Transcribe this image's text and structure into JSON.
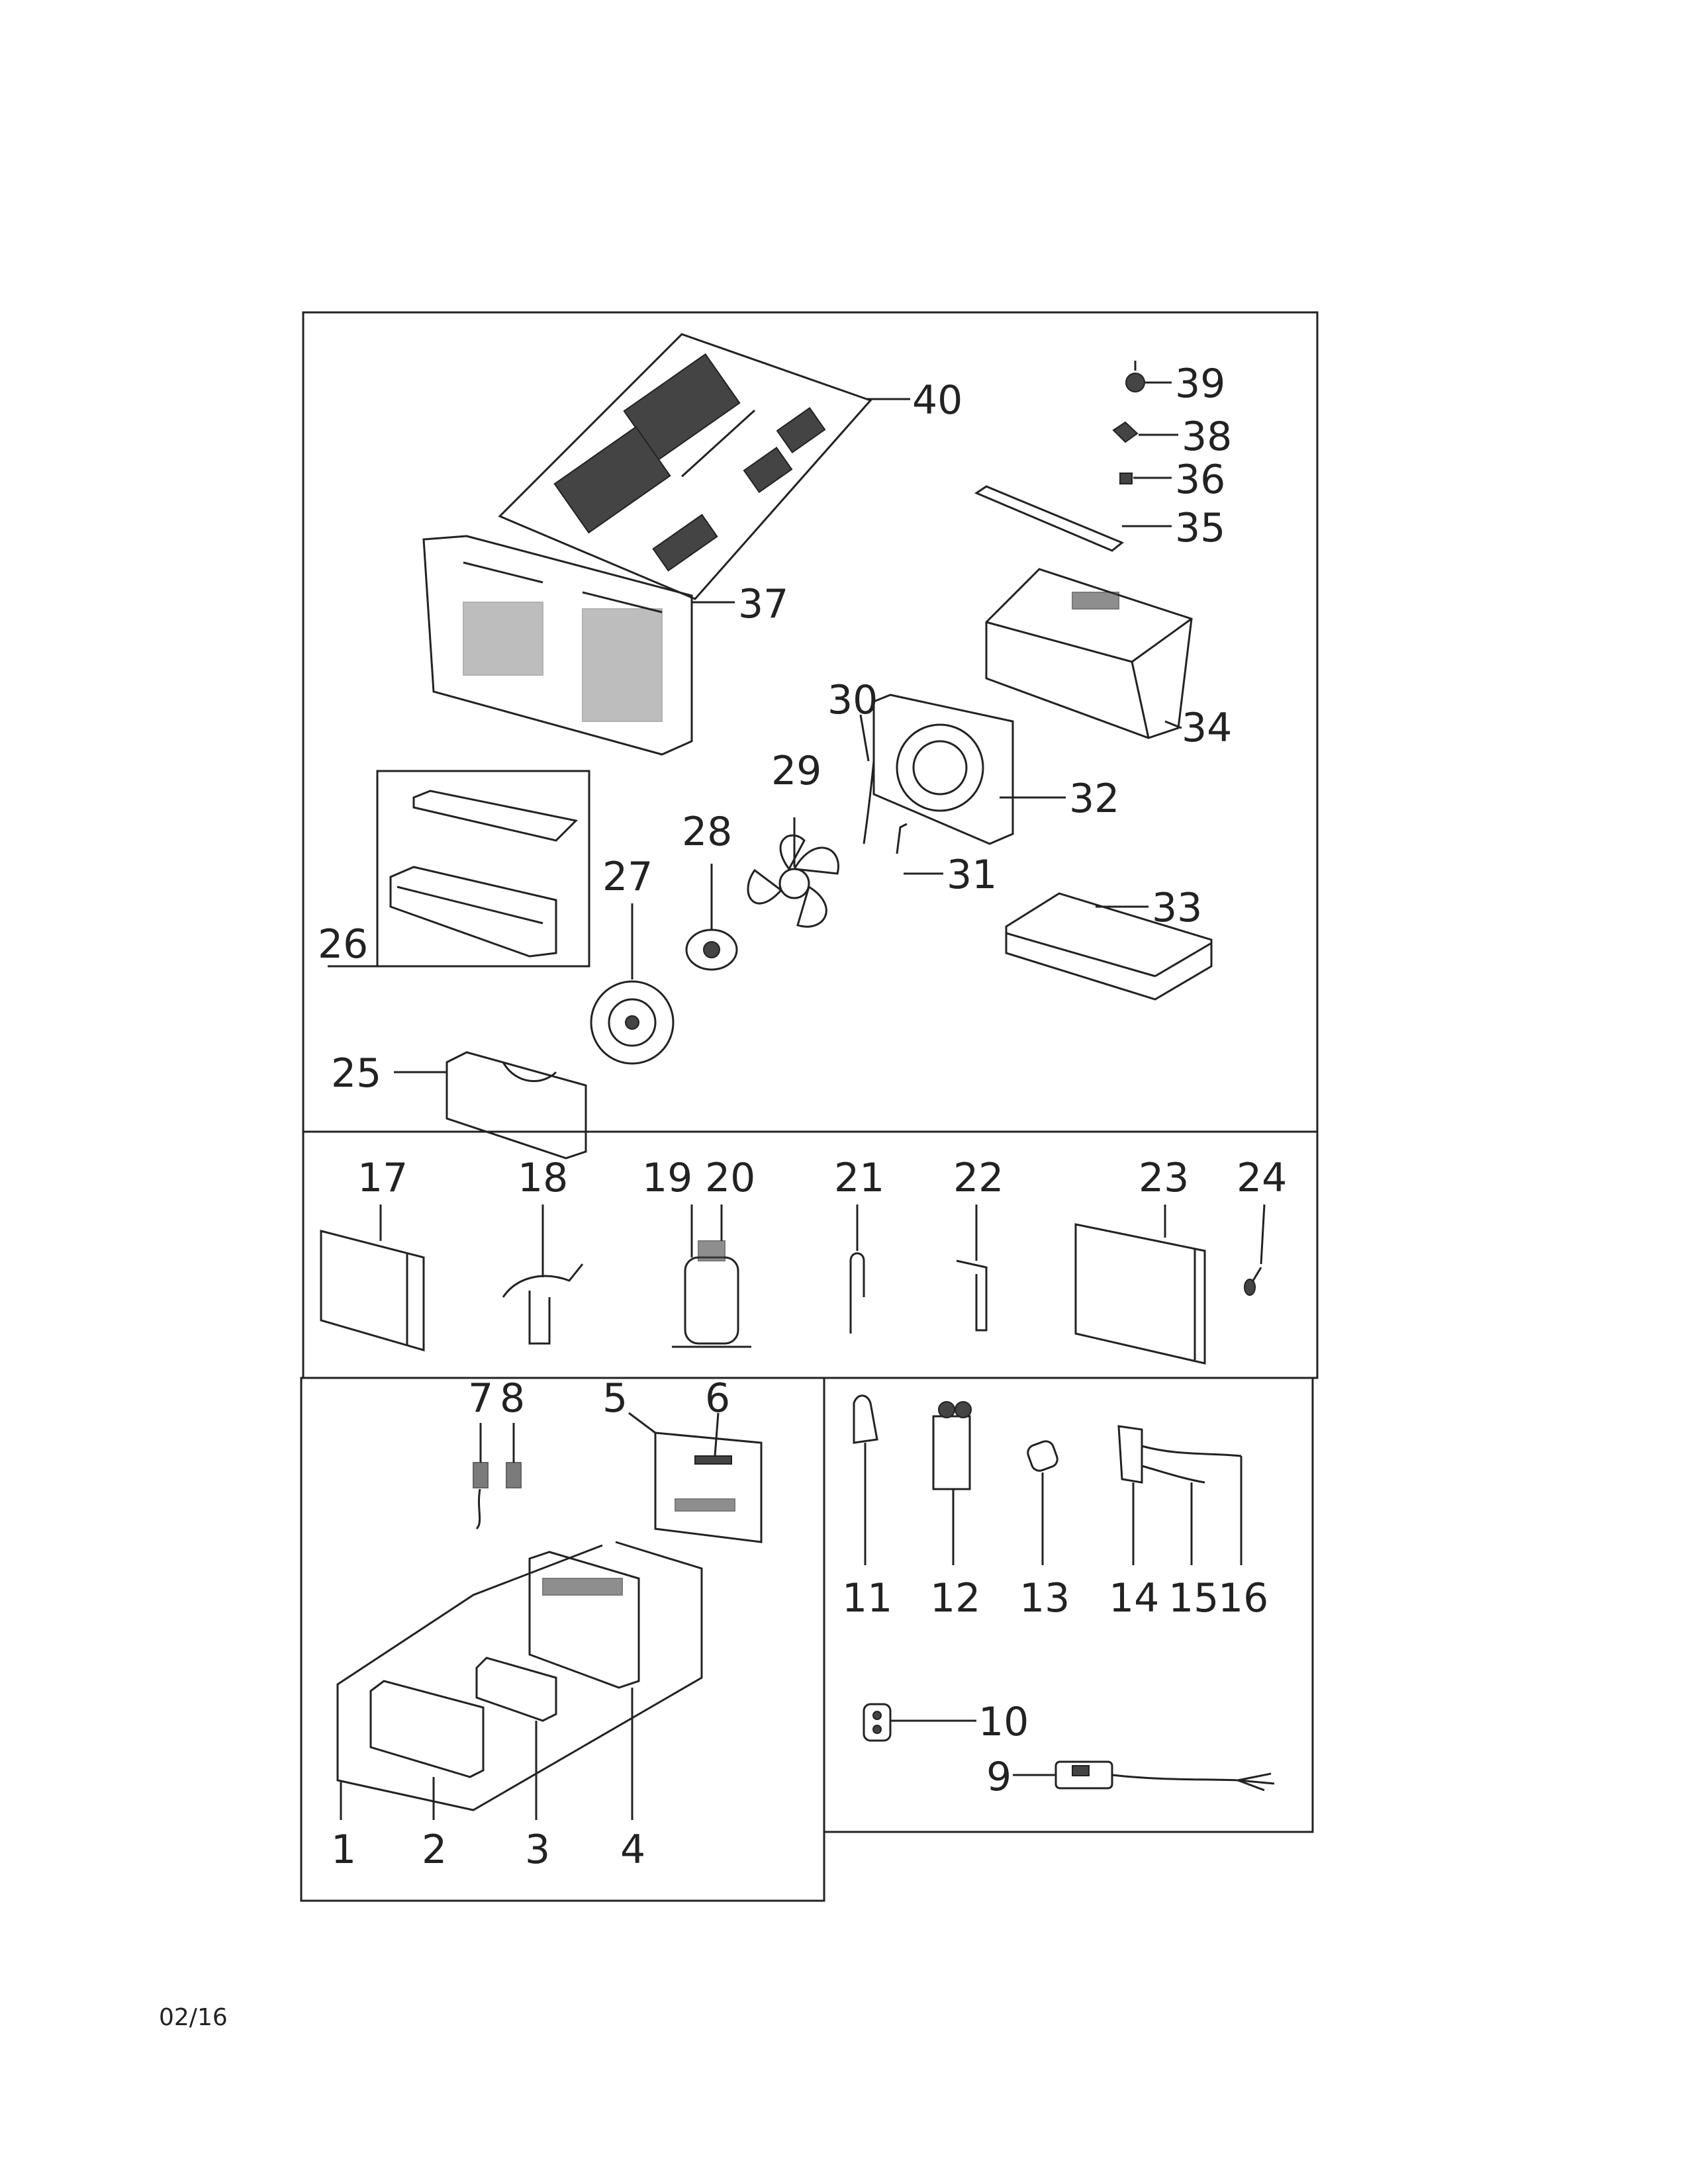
{
  "footer": {
    "date": "02/16"
  },
  "parts": {
    "p1": "1",
    "p2": "2",
    "p3": "3",
    "p4": "4",
    "p5": "5",
    "p6": "6",
    "p7": "7",
    "p8": "8",
    "p9": "9",
    "p10": "10",
    "p11": "11",
    "p12": "12",
    "p13": "13",
    "p14": "14",
    "p15": "15",
    "p16": "16",
    "p17": "17",
    "p18": "18",
    "p19": "19",
    "p20": "20",
    "p21": "21",
    "p22": "22",
    "p23": "23",
    "p24": "24",
    "p25": "25",
    "p26": "26",
    "p27": "27",
    "p28": "28",
    "p29": "29",
    "p30": "30",
    "p31": "31",
    "p32": "32",
    "p33": "33",
    "p34": "34",
    "p35": "35",
    "p36": "36",
    "p37": "37",
    "p38": "38",
    "p39": "39",
    "p40": "40"
  }
}
